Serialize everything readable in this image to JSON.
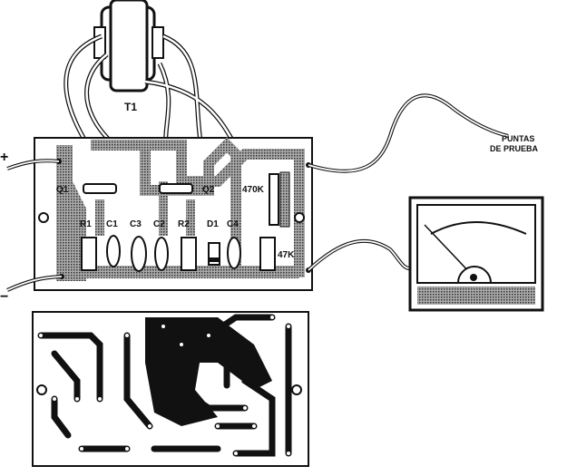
{
  "labels": {
    "transformer": "T1",
    "plus": "+",
    "minus": "−",
    "probes_line1": "PUNTAS",
    "probes_line2": "DE PRUEBA",
    "q1": "Q1",
    "q2": "Q2",
    "r1": "R1",
    "c1": "C1",
    "c3": "C3",
    "c2": "C2",
    "r2": "R2",
    "d1": "D1",
    "c4": "C4",
    "pot": "470K",
    "res47": "47K"
  },
  "colors": {
    "ink": "#111111",
    "trace": "#8a8a8a",
    "paper": "#ffffff"
  }
}
